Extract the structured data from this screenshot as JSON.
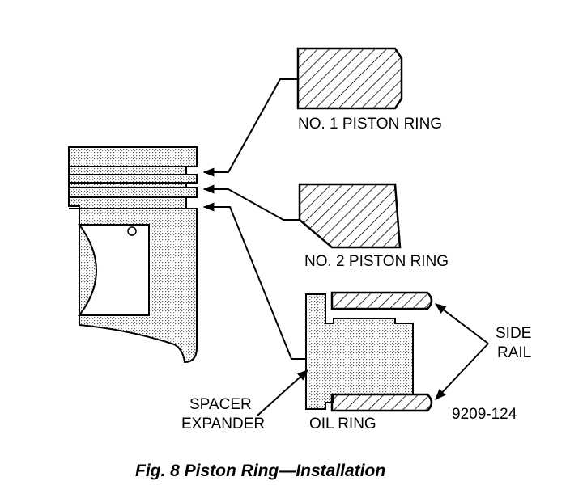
{
  "labels": {
    "ring1": "NO. 1 PISTON RING",
    "ring2": "NO. 2 PISTON RING",
    "side_rail_1": "SIDE",
    "side_rail_2": "RAIL",
    "spacer_1": "SPACER",
    "spacer_2": "EXPANDER",
    "oil_ring": "OIL RING",
    "figure_code": "9209-124"
  },
  "caption": "Fig. 8 Piston Ring—Installation"
}
